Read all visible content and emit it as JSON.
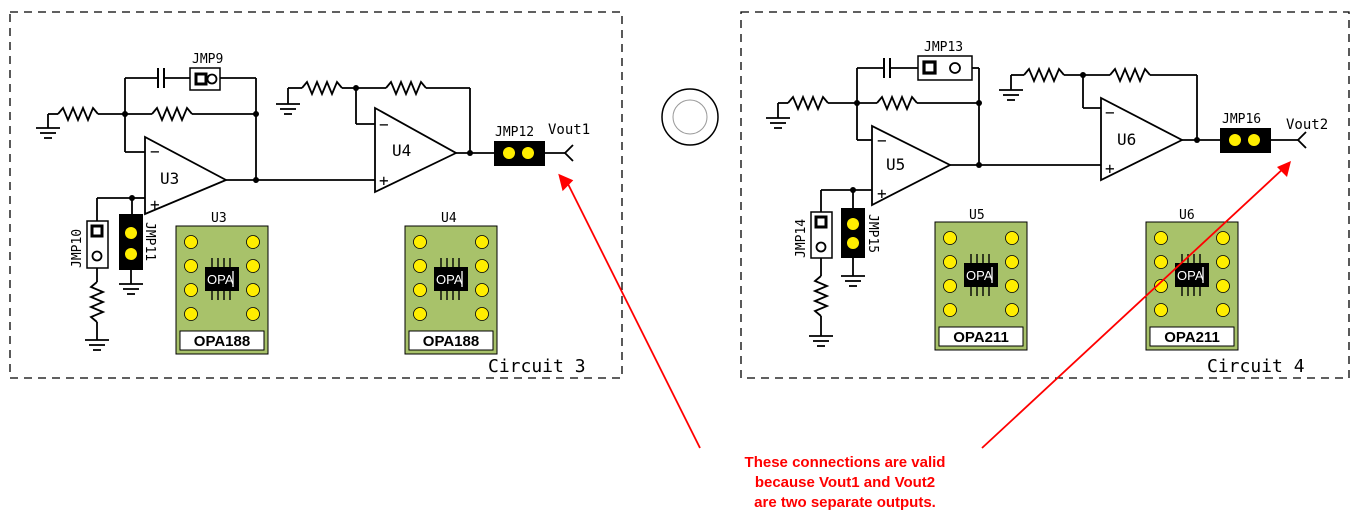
{
  "circuits": [
    {
      "title": "Circuit 3",
      "jumpers": {
        "feedback": "JMP9",
        "bias_top": "JMP10",
        "bias_gnd": "JMP11",
        "output": "JMP12"
      },
      "amp1": "U3",
      "amp2": "U4",
      "output": "Vout1",
      "sockets": [
        {
          "ref": "U3",
          "chip": "OPA",
          "part": "OPA188"
        },
        {
          "ref": "U4",
          "chip": "OPA",
          "part": "OPA188"
        }
      ]
    },
    {
      "title": "Circuit 4",
      "jumpers": {
        "feedback": "JMP13",
        "bias_top": "JMP14",
        "bias_gnd": "JMP15",
        "output": "JMP16"
      },
      "amp1": "U5",
      "amp2": "U6",
      "output": "Vout2",
      "sockets": [
        {
          "ref": "U5",
          "chip": "OPA",
          "part": "OPA211"
        },
        {
          "ref": "U6",
          "chip": "OPA",
          "part": "OPA211"
        }
      ]
    }
  ],
  "polarity": {
    "minus": "−",
    "plus": "+"
  },
  "annotation": {
    "lines": [
      "These connections are valid",
      "because Vout1 and Vout2",
      "are two separate outputs."
    ],
    "color": "#ff0000"
  },
  "colors": {
    "socket_fill": "#a8c26a",
    "pin_fill": "#ffee00",
    "jumper_on": "#000000"
  }
}
